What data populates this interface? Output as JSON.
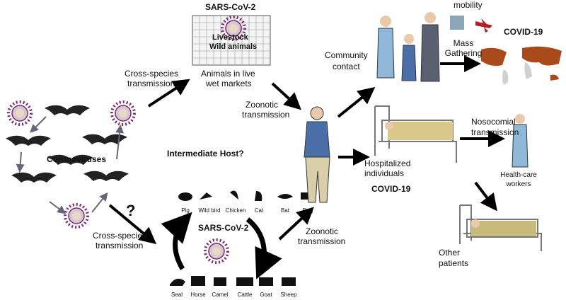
{
  "top": {
    "virus_label": "SARS-CoV-2",
    "cage_lines": [
      "Livestock",
      "Wild animals"
    ],
    "market_label": [
      "Animals in live",
      "wet markets"
    ],
    "cross_species_top": [
      "Cross-species",
      "transmission"
    ],
    "zoonotic_top": [
      "Zoonotic",
      "transmission"
    ]
  },
  "reservoir": {
    "label": "Coronaviruses"
  },
  "intermediate": {
    "title": "Intermediate Host?",
    "question": "?",
    "cross_species_bottom": [
      "Cross-species",
      "transmission"
    ],
    "virus_label": "SARS-CoV-2",
    "animals_top": [
      "Pig",
      "Wild bird",
      "Chicken",
      "Cat",
      "Bat",
      "Dog"
    ],
    "animals_bottom": [
      "Seal",
      "Horse",
      "Camel",
      "Cattle",
      "Goat",
      "Sheep"
    ],
    "zoonotic_bottom": [
      "Zoonotic",
      "transmission"
    ]
  },
  "community": {
    "label": [
      "Community",
      "contact"
    ],
    "mobility": "mobility",
    "mass_gathering": [
      "Mass",
      "Gathering"
    ],
    "outcome": "COVID-19"
  },
  "hospital": {
    "label": [
      "Hospitalized",
      "individuals"
    ],
    "outcome": "COVID-19",
    "nosocomial": [
      "Nosocomial",
      "transmission"
    ],
    "workers": [
      "Health-care",
      "workers"
    ],
    "other_patients": [
      "Other",
      "patients"
    ]
  },
  "colors": {
    "virus_spike": "#7a2a6a",
    "virus_core": "#e8d9c0",
    "map_infected": "#a84a1a",
    "map_land": "#d0d0d0",
    "plane": "#b02020",
    "scrubs": "#8fb8d8"
  }
}
